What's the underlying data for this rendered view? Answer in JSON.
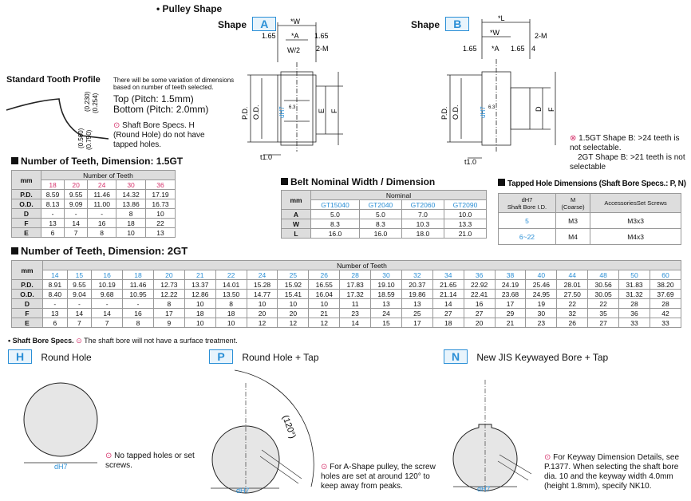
{
  "pulley_shape": "• Pulley Shape",
  "shape_label": "Shape",
  "shape_a": "A",
  "shape_b": "B",
  "dim_labels": {
    "w": "*W",
    "a": "*A",
    "l": "*L",
    "w2": "W/2",
    "m": "2-M",
    "d165a": "1.65",
    "d165b": "1.65",
    "d165c": "1.65",
    "d165d": "1.65",
    "d4": "4",
    "pd": "P.D.",
    "od": "O.D.",
    "dh7": "dH7",
    "e": "E",
    "f": "F",
    "d": "D",
    "t1": "t1.0",
    "r": "6.3"
  },
  "tooth_profile": {
    "title": "Standard Tooth Profile",
    "dims": [
      "(0.230)",
      "(0.254)",
      "(0.560)",
      "(0.750)"
    ]
  },
  "variation_note": "There will be some variation of dimensions based on number of teeth selected.",
  "pitch_top": "Top (Pitch: 1.5mm)",
  "pitch_bottom": "Bottom (Pitch: 2.0mm)",
  "shaft_note": "Shaft Bore Specs. H (Round Hole) do not have tapped holes.",
  "shape_b_notes": [
    "1.5GT Shape B: >24 teeth is not selectable.",
    "2GT Shape B: >21 teeth is not selectable"
  ],
  "table_15gt": {
    "title": "Number of Teeth, Dimension: 1.5GT",
    "mm": "mm",
    "group": "Number of Teeth",
    "teeth": [
      "18",
      "20",
      "24",
      "30",
      "36"
    ],
    "rows": [
      {
        "label": "P.D.",
        "values": [
          "8.59",
          "9.55",
          "11.46",
          "14.32",
          "17.19"
        ]
      },
      {
        "label": "O.D.",
        "values": [
          "8.13",
          "9.09",
          "11.00",
          "13.86",
          "16.73"
        ]
      },
      {
        "label": "D",
        "values": [
          "-",
          "-",
          "-",
          "8",
          "10"
        ]
      },
      {
        "label": "F",
        "values": [
          "13",
          "14",
          "16",
          "18",
          "22"
        ]
      },
      {
        "label": "E",
        "values": [
          "6",
          "7",
          "8",
          "10",
          "13"
        ]
      }
    ]
  },
  "belt_table": {
    "title": "Belt Nominal Width / Dimension",
    "mm": "mm",
    "group": "Nominal",
    "cols": [
      "GT15040",
      "GT2040",
      "GT2060",
      "GT2090"
    ],
    "rows": [
      {
        "label": "A",
        "values": [
          "5.0",
          "5.0",
          "7.0",
          "10.0"
        ]
      },
      {
        "label": "W",
        "values": [
          "8.3",
          "8.3",
          "10.3",
          "13.3"
        ]
      },
      {
        "label": "L",
        "values": [
          "16.0",
          "16.0",
          "18.0",
          "21.0"
        ]
      }
    ]
  },
  "tapped_table": {
    "title": "Tapped Hole Dimensions (Shaft Bore Specs.: P, N)",
    "h1": "dH7",
    "h1b": "Shaft Bore I.D.",
    "h2": "M",
    "h2b": "(Coarse)",
    "h3": "AccessoriesSet Screws",
    "rows": [
      {
        "bore": "5",
        "m": "M3",
        "screw": "M3x3"
      },
      {
        "bore": "6~22",
        "m": "M4",
        "screw": "M4x3"
      }
    ]
  },
  "table_2gt": {
    "title": "Number of Teeth, Dimension: 2GT",
    "mm": "mm",
    "group": "Number of Teeth",
    "teeth": [
      "14",
      "15",
      "16",
      "18",
      "20",
      "21",
      "22",
      "24",
      "25",
      "26",
      "28",
      "30",
      "32",
      "34",
      "36",
      "38",
      "40",
      "44",
      "48",
      "50",
      "60"
    ],
    "rows": [
      {
        "label": "P.D.",
        "values": [
          "8.91",
          "9.55",
          "10.19",
          "11.46",
          "12.73",
          "13.37",
          "14.01",
          "15.28",
          "15.92",
          "16.55",
          "17.83",
          "19.10",
          "20.37",
          "21.65",
          "22.92",
          "24.19",
          "25.46",
          "28.01",
          "30.56",
          "31.83",
          "38.20"
        ]
      },
      {
        "label": "O.D.",
        "values": [
          "8.40",
          "9.04",
          "9.68",
          "10.95",
          "12.22",
          "12.86",
          "13.50",
          "14.77",
          "15.41",
          "16.04",
          "17.32",
          "18.59",
          "19.86",
          "21.14",
          "22.41",
          "23.68",
          "24.95",
          "27.50",
          "30.05",
          "31.32",
          "37.69"
        ]
      },
      {
        "label": "D",
        "values": [
          "-",
          "-",
          "-",
          "-",
          "8",
          "10",
          "8",
          "10",
          "10",
          "10",
          "11",
          "13",
          "13",
          "14",
          "16",
          "17",
          "19",
          "22",
          "22",
          "28",
          "28"
        ]
      },
      {
        "label": "F",
        "values": [
          "13",
          "14",
          "14",
          "16",
          "17",
          "18",
          "18",
          "20",
          "20",
          "21",
          "23",
          "24",
          "25",
          "27",
          "27",
          "29",
          "30",
          "32",
          "35",
          "36",
          "42"
        ]
      },
      {
        "label": "E",
        "values": [
          "6",
          "7",
          "7",
          "8",
          "9",
          "10",
          "10",
          "12",
          "12",
          "12",
          "14",
          "15",
          "17",
          "18",
          "20",
          "21",
          "23",
          "26",
          "27",
          "33",
          "33"
        ]
      }
    ]
  },
  "bore_specs_title": "• Shaft Bore Specs.",
  "bore_specs_note": "The shaft bore will not have a surface treatment.",
  "bore_types": [
    {
      "code": "H",
      "name": "Round Hole",
      "note": "No tapped holes or set screws."
    },
    {
      "code": "P",
      "name": "Round Hole + Tap",
      "note": "For A-Shape pulley, the screw holes are set at around 120° to keep away from peaks."
    },
    {
      "code": "N",
      "name": "New JIS Keywayed Bore + Tap",
      "note": "For Keyway Dimension Details, see P.1377. When selecting the shaft bore dia. 10 and the keyway width 4.0mm (height 1.8mm), specify NK10."
    }
  ],
  "angle_label": "(120°)",
  "bore_dim": "dH7"
}
